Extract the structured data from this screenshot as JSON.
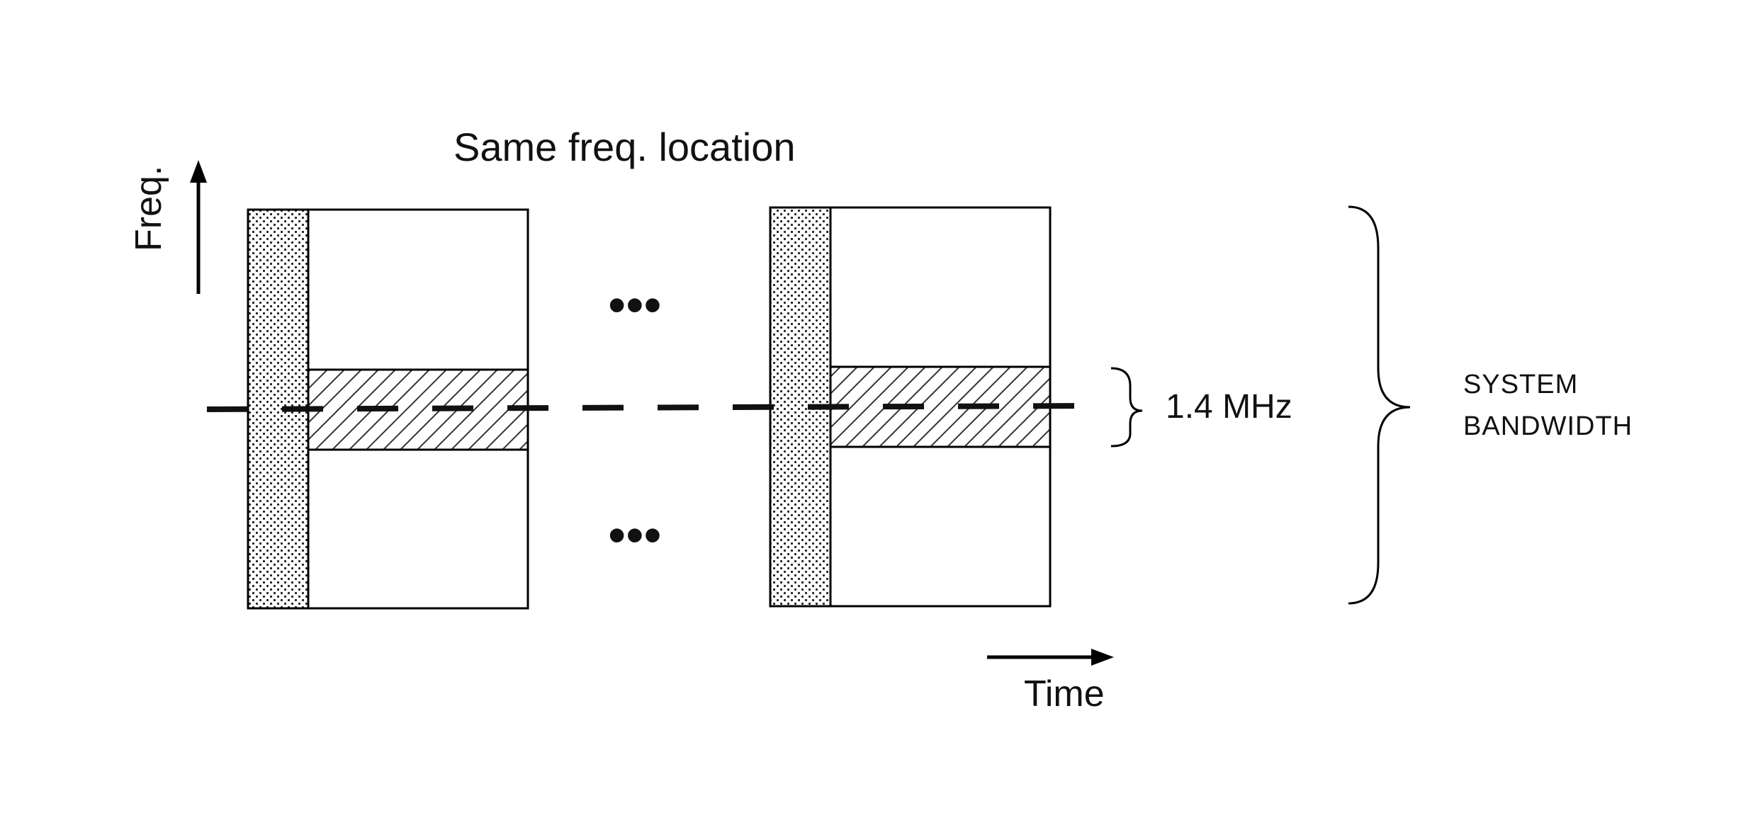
{
  "diagram": {
    "title": "Same freq. location",
    "freq_axis_label": "Freq.",
    "time_axis_label": "Time",
    "narrowband_label": "1.4 MHz",
    "system_bandwidth_line1": "SYSTEM",
    "system_bandwidth_line2": "BANDWIDTH",
    "ellipsis_top": "•••",
    "ellipsis_bottom": "•••"
  }
}
